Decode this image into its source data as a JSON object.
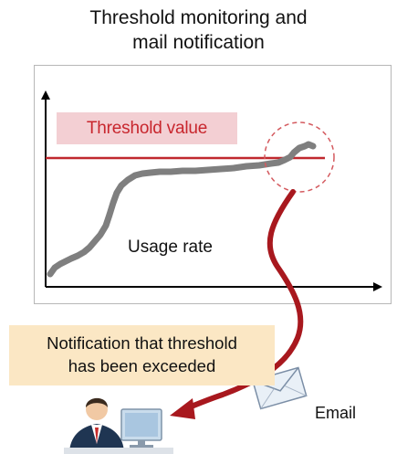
{
  "title": {
    "line1": "Threshold monitoring and",
    "line2": "mail notification"
  },
  "chart": {
    "threshold_label": "Threshold value",
    "usage_label": "Usage rate"
  },
  "notification": {
    "line1": "Notification that threshold",
    "line2": "has been exceeded"
  },
  "email_label": "Email",
  "colors": {
    "threshold_line": "#c0282e",
    "usage_line": "#7f7f7f",
    "arrow": "#a8181e",
    "threshold_label_bg": "#f3cfd3",
    "notification_bg": "#fbe7c4"
  },
  "icons": {
    "envelope": "email-envelope-icon",
    "person": "user-at-computer-icon"
  }
}
